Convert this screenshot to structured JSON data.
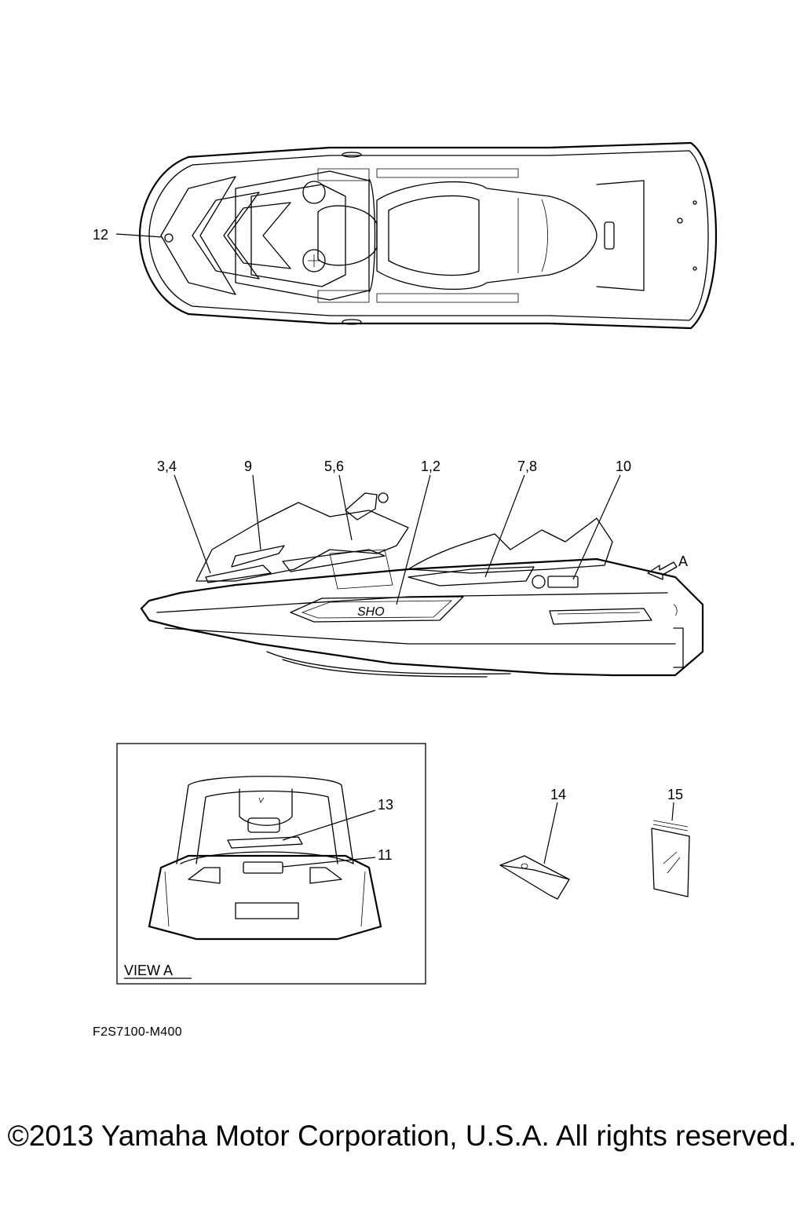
{
  "callouts": {
    "c12": "12",
    "c34": "3,4",
    "c9": "9",
    "c56": "5,6",
    "c12b": "1,2",
    "c78": "7,8",
    "c10": "10",
    "cA": "A",
    "c13": "13",
    "c11": "11",
    "c14": "14",
    "c15": "15"
  },
  "view_label": "VIEW A",
  "diagram_code": "F2S7100-M400",
  "copyright": "©2013 Yamaha Motor Corporation, U.S.A. All rights reserved."
}
